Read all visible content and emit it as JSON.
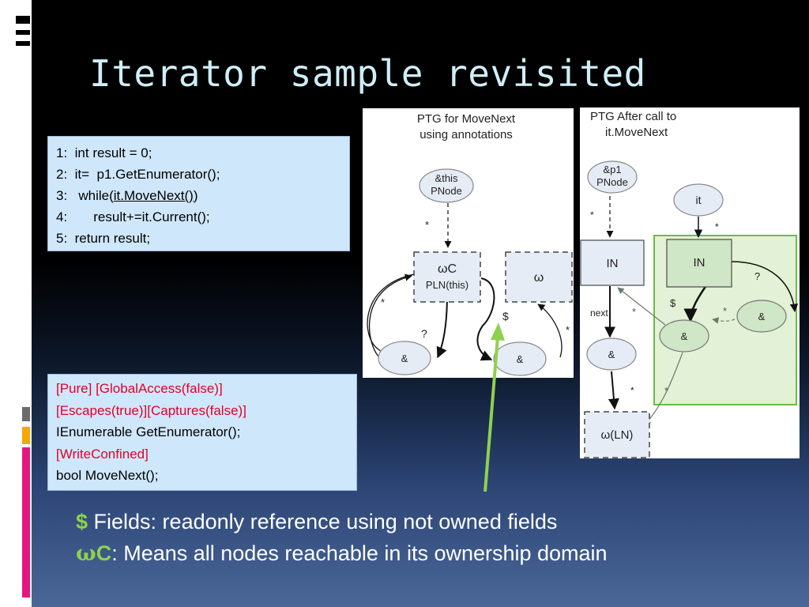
{
  "slide": {
    "title": "Iterator sample revisited"
  },
  "code": {
    "lines": [
      {
        "num": "1:",
        "text": "int result = 0;"
      },
      {
        "num": "2:",
        "text": "it=  p1.GetEnumerator();"
      },
      {
        "num": "3:",
        "prefix": "while(",
        "underlined": "it.MoveNext()",
        "suffix": ")"
      },
      {
        "num": "4:",
        "text": "result+=it.Current();"
      },
      {
        "num": "5:",
        "text": "return result;"
      }
    ]
  },
  "annotations": {
    "line1": "[Pure] [GlobalAccess(false)]",
    "line2": "[Escapes(true)][Captures(false)]",
    "line3": "IEnumerable  GetEnumerator();",
    "line4": "[WriteConfined]",
    "line5": "bool MoveNext();"
  },
  "diagram1": {
    "title_line1": "PTG for MoveNext",
    "title_line2": "using annotations",
    "node_this_line1": "&this",
    "node_this_line2": "PNode",
    "node_wc_line1": "ωC",
    "node_wc_line2": "PLN(this)",
    "node_omega": "ω",
    "node_amp_left": "&",
    "node_amp_right": "&",
    "edge_star_top": "*",
    "edge_star_left": "*",
    "edge_question": "?",
    "edge_dollar": "$",
    "edge_star_right": "*"
  },
  "diagram2": {
    "title_line1": "PTG After call to",
    "title_line2": "it.MoveNext",
    "node_p1_line1": "&p1",
    "node_p1_line2": "PNode",
    "node_it": "it",
    "node_in_left": "IN",
    "node_in_right": "IN",
    "node_amp_mid": "&",
    "node_amp_right": "&",
    "node_amp_low": "&",
    "node_omega_ln": "ω(LN)",
    "edge_star_p1": "*",
    "edge_star_it": "*",
    "edge_question": "?",
    "edge_dollar": "$",
    "edge_star_a": "*",
    "edge_star_b": "*",
    "edge_next": "next",
    "edge_star_c": "*",
    "edge_star_d": "*"
  },
  "legend": {
    "dollar_symbol": "$",
    "dollar_text": " Fields: readonly reference using not owned fields",
    "omega_symbol": "ω",
    "omega_c": "C",
    "omega_text": ": Means all nodes reachable in its ownership domain"
  },
  "colors": {
    "title": "#cfeef8",
    "annotation_red": "#e0002a",
    "highlight_green": "#8fd14f",
    "box_bg": "#cfe7fb",
    "diagram_node_bg": "#e6ecf6",
    "region_green": "#e3f1d6"
  }
}
